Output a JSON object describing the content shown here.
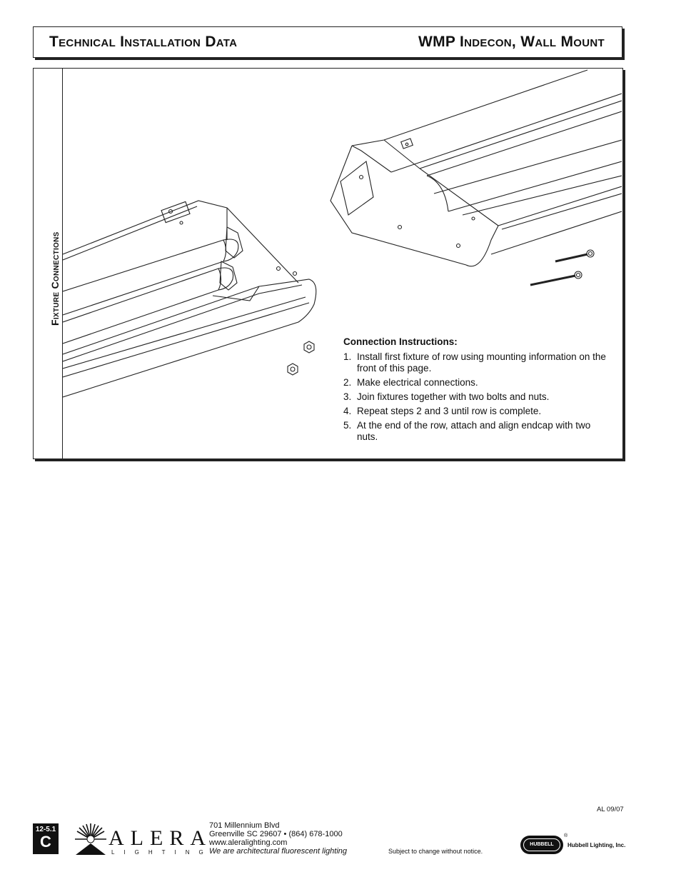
{
  "header": {
    "left_title": "Technical Installation Data",
    "right_title": "WMP Indecon, Wall Mount"
  },
  "section": {
    "side_label": "Fixture Connections"
  },
  "instructions": {
    "title": "Connection Instructions:",
    "steps": [
      {
        "num": "1.",
        "text": "Install first fixture of row using mounting information on the front of this page."
      },
      {
        "num": "2.",
        "text": "Make electrical connections."
      },
      {
        "num": "3.",
        "text": "Join fixtures together with two bolts and nuts."
      },
      {
        "num": "4.",
        "text": "Repeat steps 2 and 3 until row is complete."
      },
      {
        "num": "5.",
        "text": "At the end of the row, attach and align endcap with two nuts."
      }
    ]
  },
  "footer": {
    "edition": "AL 09/07",
    "page_number": "12-5.1",
    "page_letter": "C",
    "brand": "ALERA",
    "brand_sub": "LIGHTING",
    "address_line1": "701 Millennium Blvd",
    "address_line2": "Greenville SC 29607  •  (864) 678-1000",
    "website": "www.aleralighting.com",
    "tagline": "We are architectural fluorescent lighting",
    "disclaimer": "Subject to change without notice.",
    "hubbell_badge": "HUBBELL",
    "hubbell_reg": "®",
    "hubbell_name": "Hubbell Lighting, Inc."
  }
}
